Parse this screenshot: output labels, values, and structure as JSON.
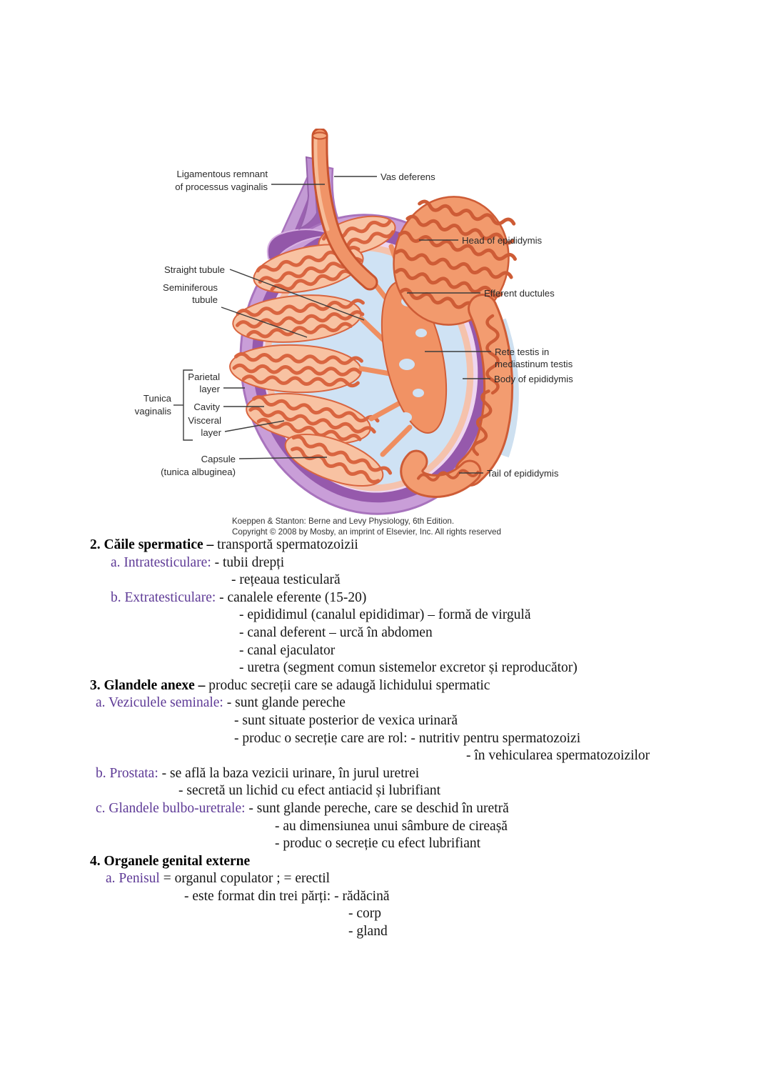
{
  "figure": {
    "labels": {
      "ligamentous_1": "Ligamentous remnant",
      "ligamentous_2": "of processus vaginalis",
      "vas_deferens": "Vas deferens",
      "head_epididymis": "Head of epididymis",
      "straight_tubule": "Straight tubule",
      "seminiferous_1": "Seminiferous",
      "seminiferous_2": "tubule",
      "efferent_ductules": "Efferent ductules",
      "rete_1": "Rete testis in",
      "rete_2": "mediastinum testis",
      "body_epididymis": "Body of epididymis",
      "tunica_1": "Tunica",
      "tunica_2": "vaginalis",
      "parietal_1": "Parietal",
      "parietal_2": "layer",
      "cavity": "Cavity",
      "visceral_1": "Visceral",
      "visceral_2": "layer",
      "capsule_1": "Capsule",
      "capsule_2": "(tunica albuginea)",
      "tail_epididymis": "Tail of epididymis"
    },
    "caption_line1": "Koeppen & Stanton: Berne and Levy Physiology, 6th Edition.",
    "caption_line2": "Copyright © 2008 by Mosby, an imprint of Elsevier, Inc. All rights reserved",
    "colors": {
      "shell_lavender": "#c99ed8",
      "shell_dark_purple": "#9659ac",
      "cavity_pink": "#eed6f0",
      "interior_blue": "#cfe2f4",
      "capsule_salmon": "#f5c2ac",
      "tubule_fill": "#f8c2a2",
      "tubule_coil": "#d96540",
      "epididymis_fill": "#f29a6d",
      "epididymis_stroke": "#ce5c36",
      "duct_orange": "#ef8e60",
      "accent_text_purple": "#5e3a96"
    }
  },
  "notes": {
    "lines": [
      {
        "indent": 126,
        "parts": [
          {
            "t": "2. Căile spermatice –",
            "s": "bold"
          },
          {
            "t": " transportă spermatozoizii",
            "s": "normal"
          }
        ]
      },
      {
        "indent": 155,
        "parts": [
          {
            "t": "a. Intratesticulare:",
            "s": "purple"
          },
          {
            "t": " - tubii drepți",
            "s": "normal"
          }
        ]
      },
      {
        "indent": 324,
        "parts": [
          {
            "t": "- rețeaua testiculară",
            "s": "normal"
          }
        ]
      },
      {
        "indent": 155,
        "parts": [
          {
            "t": "b. Extratesticulare:",
            "s": "purple"
          },
          {
            "t": " - canalele eferente (15-20)",
            "s": "normal"
          }
        ]
      },
      {
        "indent": 335,
        "parts": [
          {
            "t": "- epididimul (canalul epididimar) – formă de virgulă",
            "s": "normal"
          }
        ]
      },
      {
        "indent": 335,
        "parts": [
          {
            "t": "- canal deferent – urcă în abdomen",
            "s": "normal"
          }
        ]
      },
      {
        "indent": 335,
        "parts": [
          {
            "t": "- canal ejaculator",
            "s": "normal"
          }
        ]
      },
      {
        "indent": 335,
        "parts": [
          {
            "t": "- uretra (segment comun sistemelor excretor și reproducător)",
            "s": "normal"
          }
        ]
      },
      {
        "indent": 126,
        "parts": [
          {
            "t": "3. Glandele anexe –",
            "s": "bold"
          },
          {
            "t": " produc secreții care se adaugă lichidului spermatic",
            "s": "normal"
          }
        ]
      },
      {
        "indent": 134,
        "parts": [
          {
            "t": "a. Veziculele seminale:",
            "s": "purple"
          },
          {
            "t": " - sunt glande pereche",
            "s": "normal"
          }
        ]
      },
      {
        "indent": 328,
        "parts": [
          {
            "t": "- sunt situate posterior de vexica urinară",
            "s": "normal"
          }
        ]
      },
      {
        "indent": 328,
        "parts": [
          {
            "t": "- produc o secreție care are rol: - nutritiv pentru spermatozoizi",
            "s": "normal"
          }
        ]
      },
      {
        "indent": 653,
        "parts": [
          {
            "t": "- în vehicularea spermatozoizilor",
            "s": "normal"
          }
        ]
      },
      {
        "indent": 134,
        "parts": [
          {
            "t": "b. Prostata:",
            "s": "purple"
          },
          {
            "t": " - se află la baza vezicii urinare, în jurul uretrei",
            "s": "normal"
          }
        ]
      },
      {
        "indent": 250,
        "parts": [
          {
            "t": "- secretă un lichid cu efect antiacid și lubrifiant",
            "s": "normal"
          }
        ]
      },
      {
        "indent": 134,
        "parts": [
          {
            "t": "c. Glandele bulbo-uretrale:",
            "s": "purple"
          },
          {
            "t": " - sunt glande pereche, care se deschid în uretră",
            "s": "normal"
          }
        ]
      },
      {
        "indent": 385,
        "parts": [
          {
            "t": "- au dimensiunea unui sâmbure de cireașă",
            "s": "normal"
          }
        ]
      },
      {
        "indent": 385,
        "parts": [
          {
            "t": "- produc o secreție cu efect lubrifiant",
            "s": "normal"
          }
        ]
      },
      {
        "indent": 126,
        "parts": [
          {
            "t": "4. Organele genital externe",
            "s": "bold"
          }
        ]
      },
      {
        "indent": 148,
        "parts": [
          {
            "t": "a. Penisul",
            "s": "purple"
          },
          {
            "t": " = organul copulator ; = erectil",
            "s": "normal"
          }
        ]
      },
      {
        "indent": 258,
        "parts": [
          {
            "t": "- este format din trei părți: - rădăcină",
            "s": "normal"
          }
        ]
      },
      {
        "indent": 488,
        "parts": [
          {
            "t": "- corp",
            "s": "normal"
          }
        ]
      },
      {
        "indent": 488,
        "parts": [
          {
            "t": "- gland",
            "s": "normal"
          }
        ]
      }
    ]
  }
}
